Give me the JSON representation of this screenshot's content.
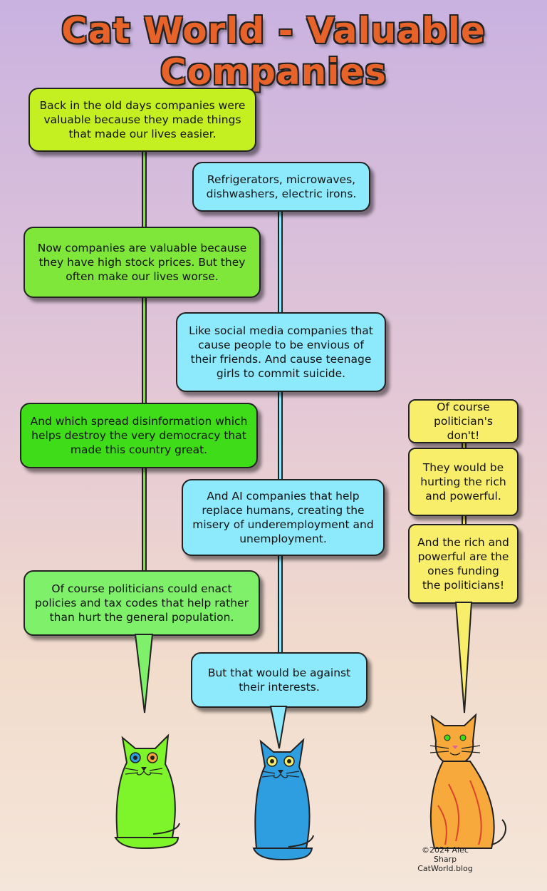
{
  "title": "Cat World - Valuable Companies",
  "bubbles": {
    "green_1": "Back in the old days companies were valuable because they made things that made our lives easier.",
    "blue_1": "Refrigerators, microwaves, dishwashers, electric irons.",
    "green_2": "Now companies are valuable because they have high stock prices. But they often make our lives worse.",
    "blue_2": "Like social media companies that cause people to be envious of their friends. And cause teenage girls to commit suicide.",
    "green_3": "And which spread disinformation which helps destroy the very democracy that made this country great.",
    "blue_3": "And AI companies that help replace humans, creating the misery of underemployment and unemployment.",
    "green_4": "Of course politicians could enact policies and tax codes that help rather than hurt the general population.",
    "blue_4": "But that would be against their interests.",
    "yellow_1": "Of course politician's don't!",
    "yellow_2": "They would be hurting the rich and powerful.",
    "yellow_3": "And the rich and powerful are the ones funding the politicians!"
  },
  "credit": {
    "line1": "©2024 Alec Sharp",
    "line2": "CatWorld.blog"
  },
  "colors": {
    "title": "#e8632a",
    "green_cat": "#7ef52a",
    "blue_cat": "#2e9ee0",
    "orange_cat": "#f7a93b"
  }
}
